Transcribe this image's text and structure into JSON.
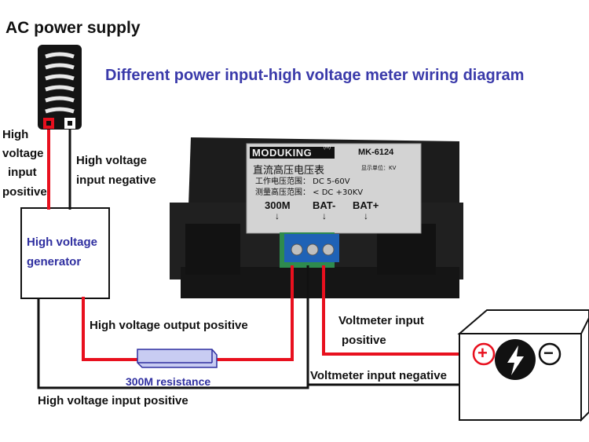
{
  "header": {
    "supply_title": "AC power supply",
    "diagram_title": "Different power input-high voltage meter wiring diagram"
  },
  "labels": {
    "hv_input_positive_line1": "High",
    "hv_input_positive_line2": "voltage",
    "hv_input_positive_line3": "input",
    "hv_input_positive_line4": "positive",
    "hv_input_negative_line1": "High voltage",
    "hv_input_negative_line2": "input negative",
    "generator_line1": "High voltage",
    "generator_line2": "generator",
    "hv_output_positive": "High voltage output positive",
    "resistor": "300M resistance",
    "bottom_input_positive": "High voltage input positive",
    "voltmeter_positive_line1": "Voltmeter input",
    "voltmeter_positive_line2": "positive",
    "voltmeter_negative": "Voltmeter input negative"
  },
  "meter": {
    "brand": "MODUKING",
    "brand_mark": "(M)",
    "model": "MK-6124",
    "title_cn": "直流高压电压表",
    "note": "显示单位：KV",
    "work_voltage": "工作电压范围：   DC 5-60V",
    "measure_range": "测量高压范围： < DC +30KV",
    "terminal_1": "300M",
    "terminal_2": "BAT-",
    "terminal_3": "BAT+",
    "arrow": "↓"
  },
  "battery": {
    "plus": "+",
    "minus": "−"
  },
  "colors": {
    "red_wire": "#e8101e",
    "black_wire": "#111111",
    "title_blue": "#3a3aaa",
    "label_blue": "#2f2fa0",
    "resistor_fill": "#c8ccf2"
  }
}
